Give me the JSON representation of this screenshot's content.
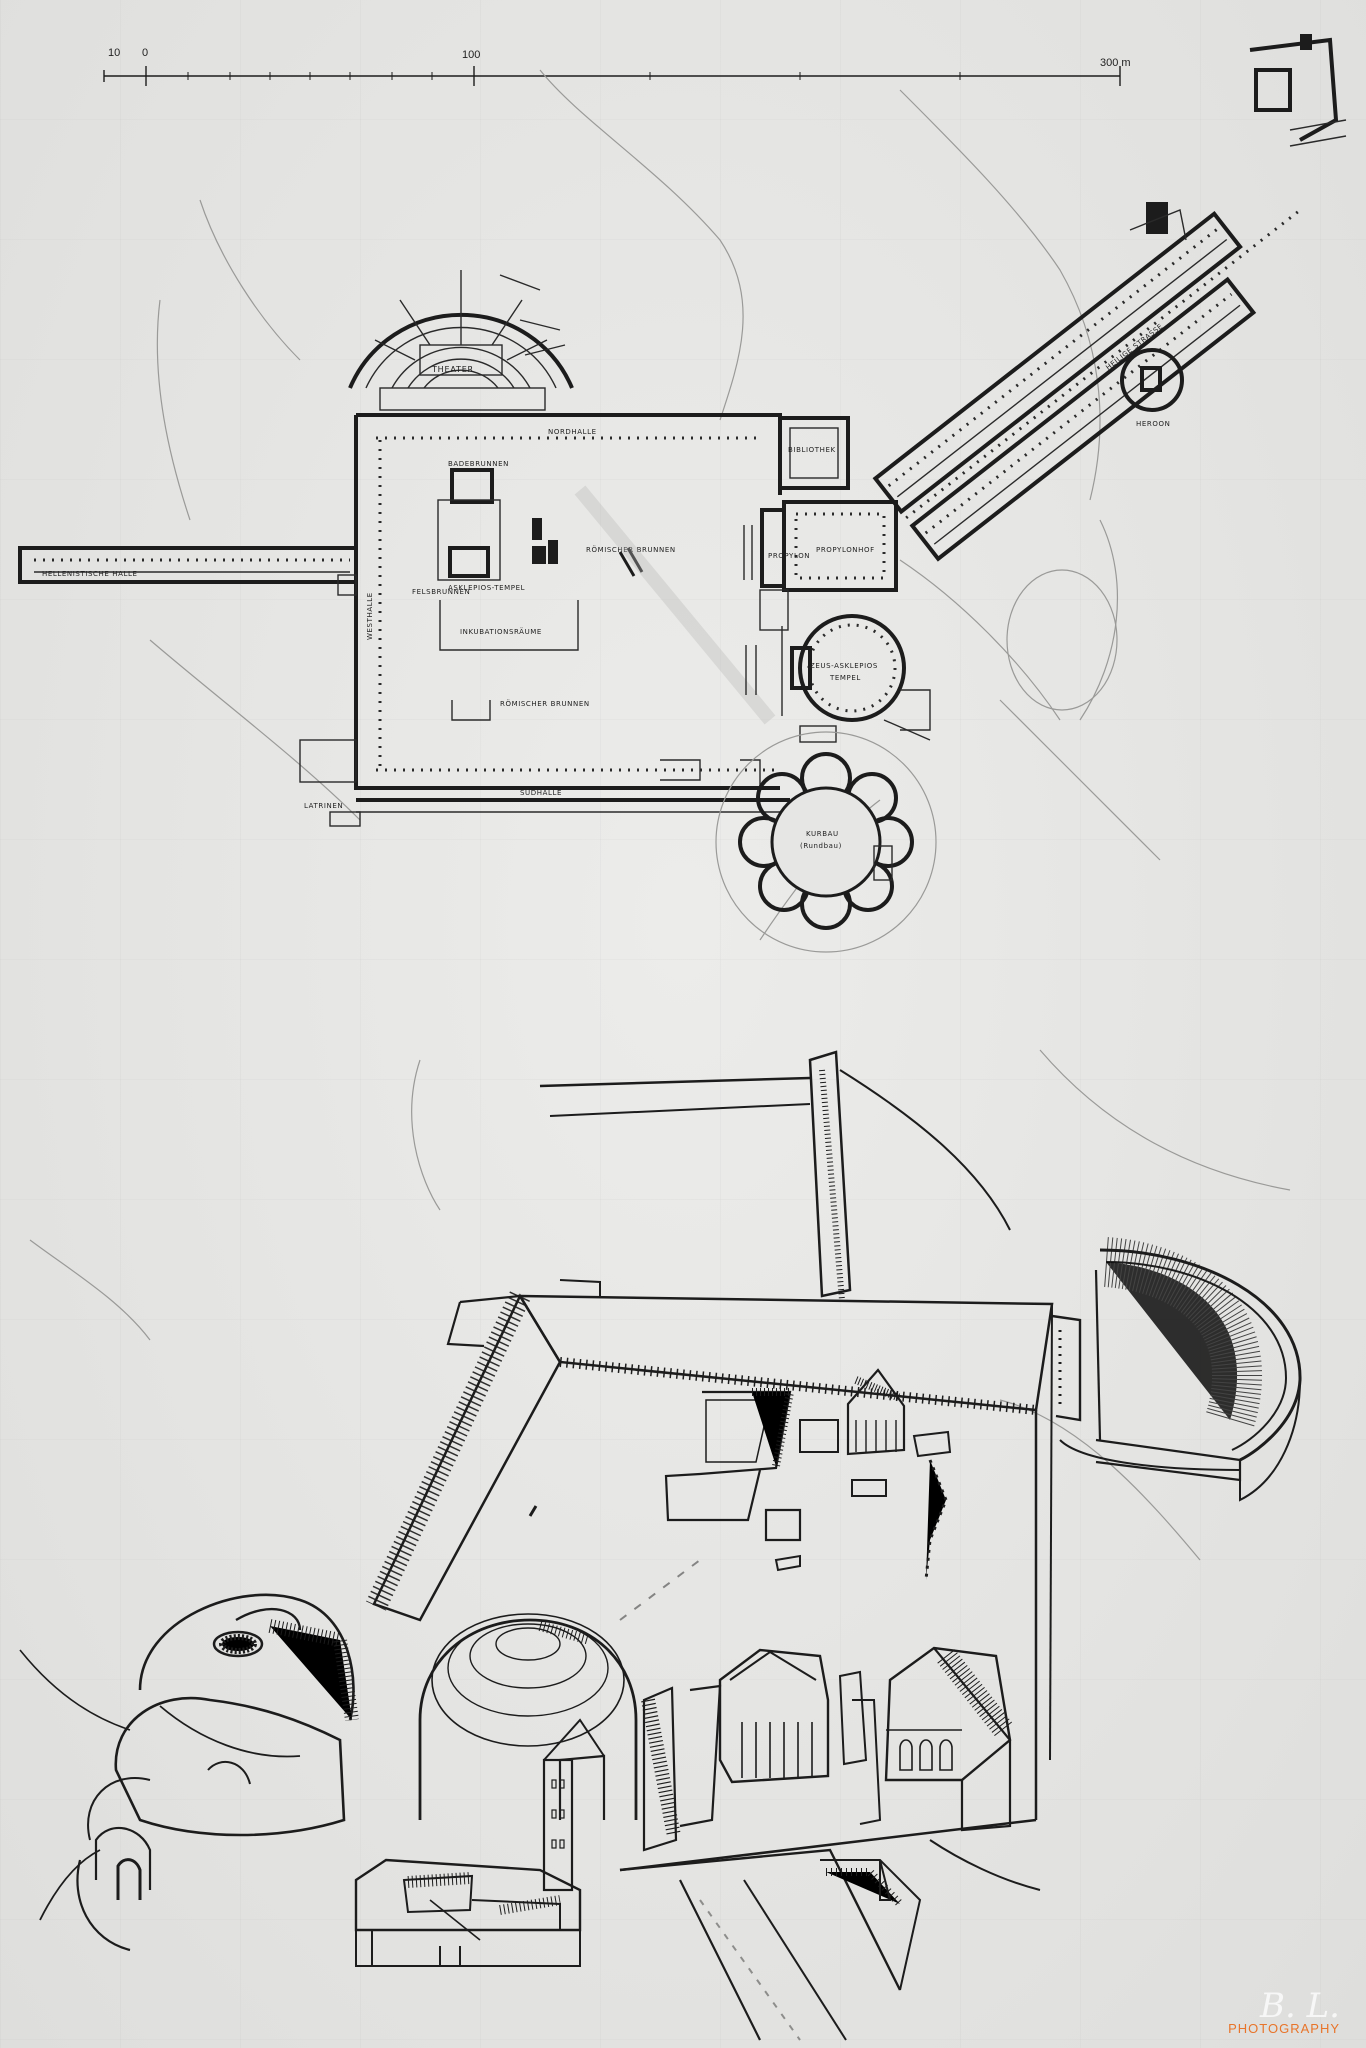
{
  "scale": {
    "ticks": [
      "10",
      "0",
      "100",
      "300 m"
    ]
  },
  "plan_labels": {
    "theater": "THEATER",
    "nordhalle": "NORDHALLE",
    "bibliothek": "BIBLIOTHEK",
    "propylon": "PROPYLON",
    "propylonhof": "PROPYLONHOF",
    "zeus_asklepios": "ZEUS-ASKLEPIOS",
    "tempel": "TEMPEL",
    "kurbau": "KURBAU",
    "rundbau": "(Rundbau)",
    "suedhalle": "SÜDHALLE",
    "inkubation": "INKUBATIONSRÄUME",
    "badebrunnen": "BADEBRUNNEN",
    "asklepios_tempel": "ASKLEPIOS-TEMPEL",
    "felsbrunnen": "FELSBRUNNEN",
    "roemischer_brunnen": "RÖMISCHER BRUNNEN",
    "westhalle": "WESTHALLE",
    "latrinen": "LATRINEN",
    "heilige_strasse": "HEILIGE STRASSE",
    "stoa_west": "HELLENISTISCHE HALLE",
    "heroon": "HEROON"
  },
  "watermark": {
    "signature": "B. L.",
    "brand": "PHOTOGRAPHY"
  },
  "colors": {
    "paper": "#e6e6e4",
    "ink": "#1c1c1c",
    "pencil": "#9a9a98",
    "brand": "#e8742a"
  }
}
